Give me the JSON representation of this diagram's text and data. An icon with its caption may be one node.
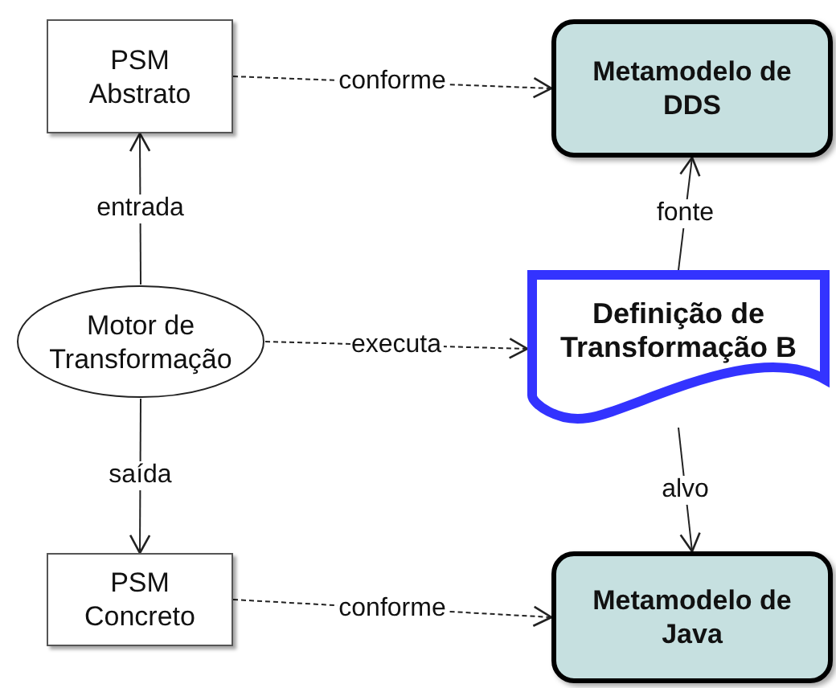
{
  "diagram": {
    "nodes": [
      {
        "text": [
          "PSM Abstrato"
        ]
      },
      {
        "text": [
          "Metamodelo de DDS"
        ]
      },
      {
        "text": [
          "Motor de Transformação"
        ]
      },
      {
        "text": [
          "Definição de Transformação B"
        ]
      },
      {
        "text": [
          "PSM Concreto"
        ]
      },
      {
        "text": [
          "Metamodelo de Java"
        ]
      }
    ],
    "edges": [
      {
        "from": 0,
        "to": 1,
        "arrow": "to",
        "label": "conforme",
        "style": "dashed"
      },
      {
        "from": 2,
        "to": 0,
        "arrow": "to",
        "label": "entrada"
      },
      {
        "from": 3,
        "to": 1,
        "arrow": "to",
        "label": "fonte"
      },
      {
        "from": 2,
        "to": 3,
        "arrow": "to",
        "label": "executa",
        "style": "dashed"
      },
      {
        "from": 2,
        "to": 4,
        "arrow": "to",
        "label": "saída"
      },
      {
        "from": 3,
        "to": 5,
        "arrow": "to",
        "label": "alvo"
      },
      {
        "from": 4,
        "to": 5,
        "arrow": "to",
        "label": "conforme",
        "style": "dashed"
      }
    ]
  }
}
